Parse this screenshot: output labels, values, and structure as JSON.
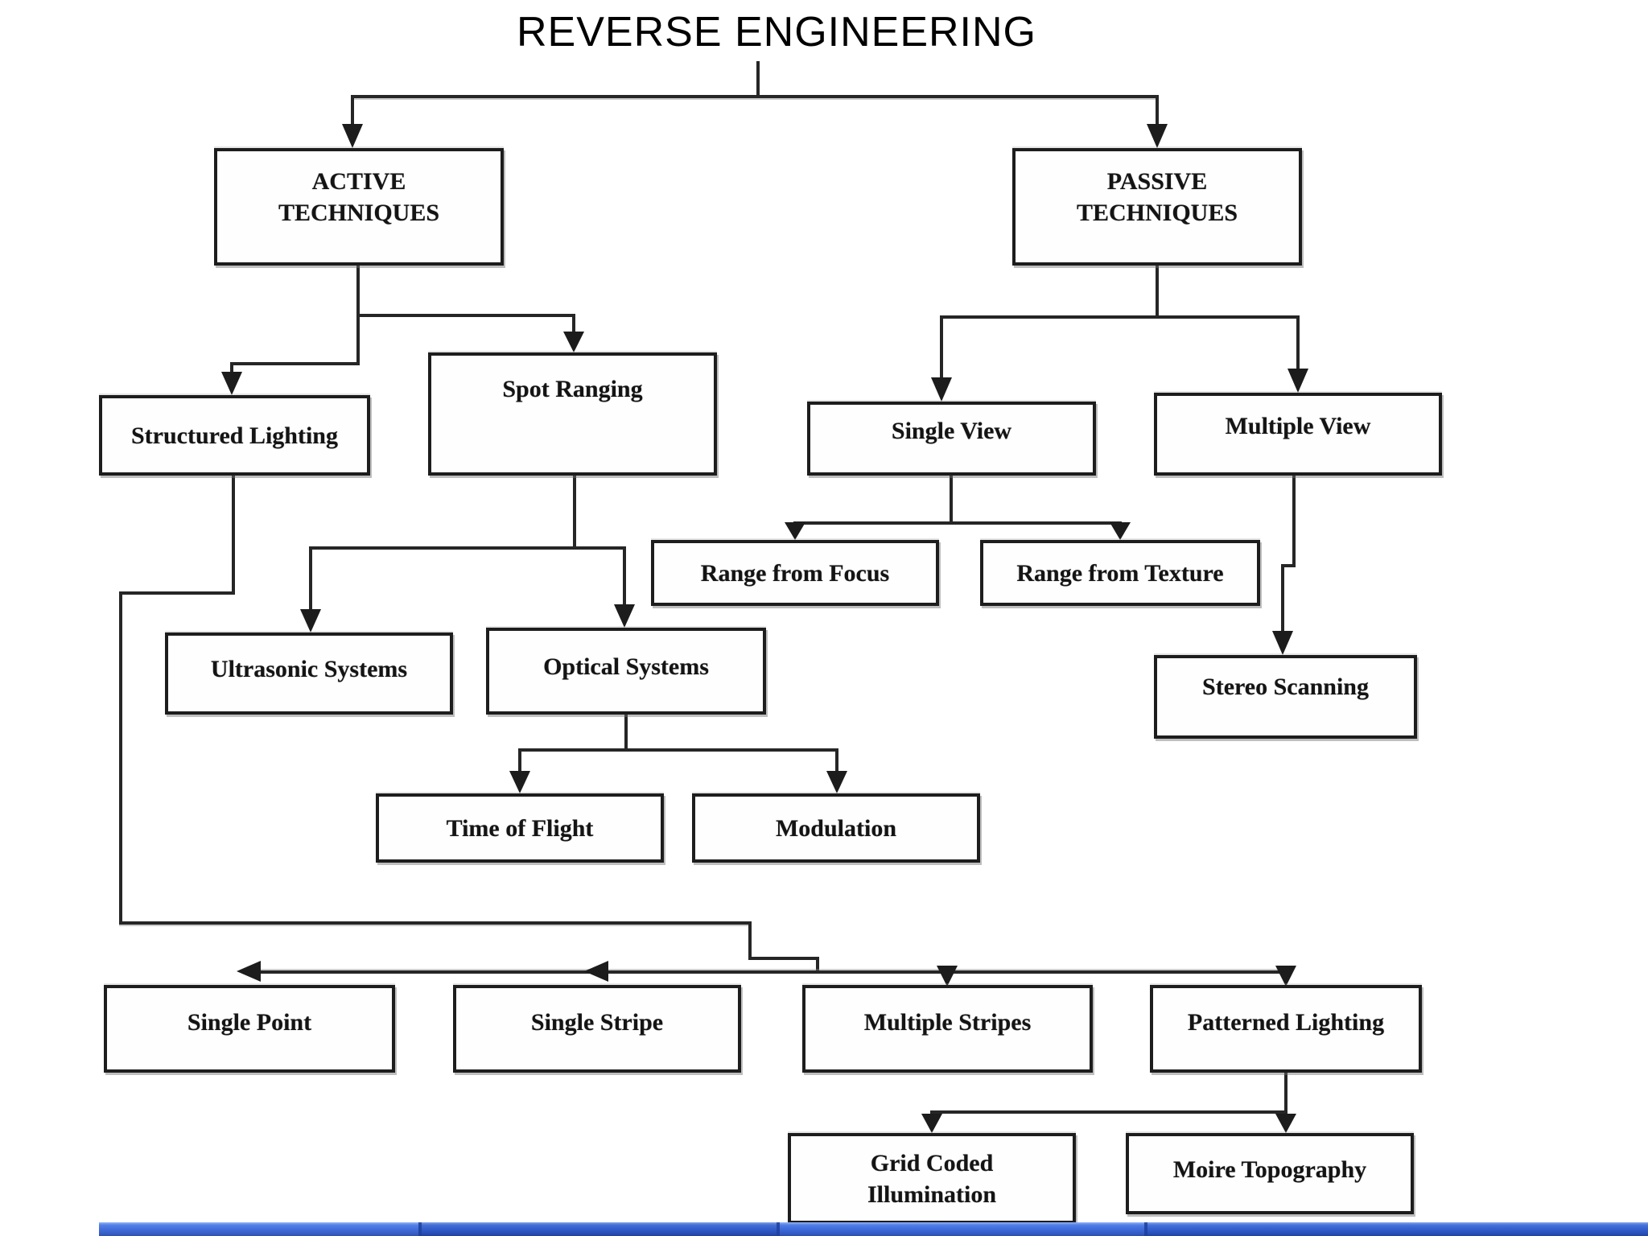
{
  "title": "REVERSE ENGINEERING",
  "nodes": {
    "active": "ACTIVE\nTECHNIQUES",
    "passive": "PASSIVE\nTECHNIQUES",
    "structured_lighting": "Structured Lighting",
    "spot_ranging": "Spot Ranging",
    "single_view": "Single View",
    "multiple_view": "Multiple View",
    "range_from_focus": "Range from Focus",
    "range_from_texture": "Range from Texture",
    "ultrasonic_systems": "Ultrasonic Systems",
    "optical_systems": "Optical Systems",
    "stereo_scanning": "Stereo Scanning",
    "time_of_flight": "Time of Flight",
    "modulation": "Modulation",
    "single_point": "Single Point",
    "single_stripe": "Single Stripe",
    "multiple_stripes": "Multiple Stripes",
    "patterned_lighting": "Patterned Lighting",
    "grid_coded_illumination": "Grid Coded\nIllumination",
    "moire_topography": "Moire Topography"
  },
  "hierarchy_edges": [
    {
      "from": "title",
      "to": "active"
    },
    {
      "from": "title",
      "to": "passive"
    },
    {
      "from": "active",
      "to": "structured_lighting"
    },
    {
      "from": "active",
      "to": "spot_ranging"
    },
    {
      "from": "passive",
      "to": "single_view"
    },
    {
      "from": "passive",
      "to": "multiple_view"
    },
    {
      "from": "single_view",
      "to": "range_from_focus"
    },
    {
      "from": "single_view",
      "to": "range_from_texture"
    },
    {
      "from": "multiple_view",
      "to": "stereo_scanning"
    },
    {
      "from": "spot_ranging",
      "to": "ultrasonic_systems"
    },
    {
      "from": "spot_ranging",
      "to": "optical_systems"
    },
    {
      "from": "optical_systems",
      "to": "time_of_flight"
    },
    {
      "from": "optical_systems",
      "to": "modulation"
    },
    {
      "from": "structured_lighting",
      "to": "single_point"
    },
    {
      "from": "structured_lighting",
      "to": "single_stripe"
    },
    {
      "from": "structured_lighting",
      "to": "multiple_stripes"
    },
    {
      "from": "structured_lighting",
      "to": "patterned_lighting"
    },
    {
      "from": "patterned_lighting",
      "to": "grid_coded_illumination"
    },
    {
      "from": "patterned_lighting",
      "to": "moire_topography"
    }
  ],
  "colors": {
    "line": "#262626",
    "box_border": "#1d1d1d",
    "taskbar_blue": "#3463d6",
    "background": "#ffffff"
  }
}
